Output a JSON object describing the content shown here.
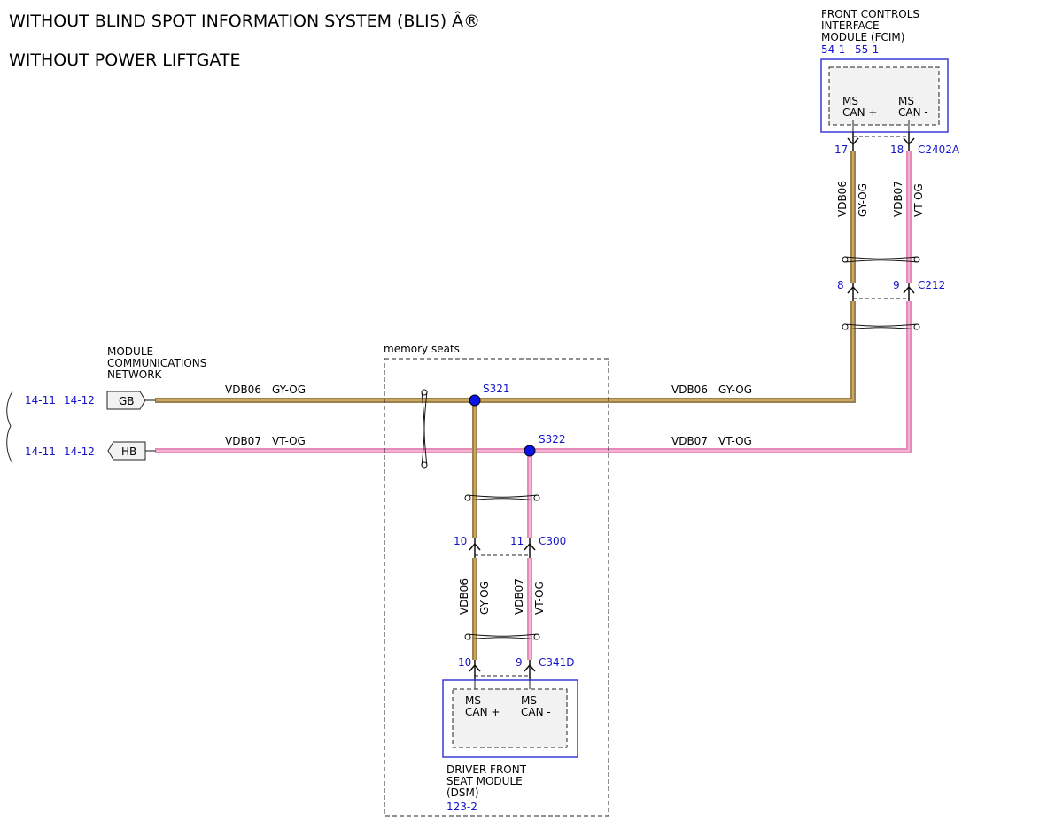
{
  "title_line1": "WITHOUT BLIND SPOT INFORMATION SYSTEM (BLIS) Â®",
  "title_line2": "WITHOUT POWER LIFTGATE",
  "colors": {
    "gy_og": "#9c8052",
    "gy_og_core": "#c9aa5c",
    "vt_og": "#e58ab9",
    "vt_og_core": "#f2b6d3",
    "ref_blue": "#1414c8",
    "module_border": "#3a3ad6",
    "module_fill": "#f2f2f2"
  },
  "fcim": {
    "name_lines": [
      "FRONT CONTROLS",
      "INTERFACE",
      "MODULE (FCIM)"
    ],
    "refs": [
      "54-1",
      "55-1"
    ],
    "pin_left": [
      "MS",
      "CAN +"
    ],
    "pin_right": [
      "MS",
      "CAN -"
    ],
    "connector": "C2402A",
    "pin_a": "17",
    "pin_b": "18"
  },
  "fcim_wires": {
    "left_circuit": "VDB06",
    "left_color": "GY-OG",
    "right_circuit": "VDB07",
    "right_color": "VT-OG"
  },
  "c212": {
    "connector": "C212",
    "pin_a": "8",
    "pin_b": "9"
  },
  "mcn": {
    "name_lines": [
      "MODULE",
      "COMMUNICATIONS",
      "NETWORK"
    ],
    "gb_label": "GB",
    "hb_label": "HB",
    "gb_refs": [
      "14-11",
      "14-12"
    ],
    "hb_refs": [
      "14-11",
      "14-12"
    ]
  },
  "bus": {
    "top_left_circuit": "VDB06",
    "top_left_color": "GY-OG",
    "top_right_circuit": "VDB06",
    "top_right_color": "GY-OG",
    "bot_left_circuit": "VDB07",
    "bot_left_color": "VT-OG",
    "bot_right_circuit": "VDB07",
    "bot_right_color": "VT-OG"
  },
  "memory_seats_label": "memory seats",
  "splices": {
    "s321": "S321",
    "s322": "S322"
  },
  "c300": {
    "connector": "C300",
    "pin_a": "10",
    "pin_b": "11"
  },
  "dsm_wires": {
    "left_circuit": "VDB06",
    "left_color": "GY-OG",
    "right_circuit": "VDB07",
    "right_color": "VT-OG"
  },
  "c341d": {
    "connector": "C341D",
    "pin_a": "10",
    "pin_b": "9"
  },
  "dsm": {
    "pin_left": [
      "MS",
      "CAN +"
    ],
    "pin_right": [
      "MS",
      "CAN -"
    ],
    "name_lines": [
      "DRIVER FRONT",
      "SEAT MODULE",
      "(DSM)"
    ],
    "ref": "123-2"
  }
}
